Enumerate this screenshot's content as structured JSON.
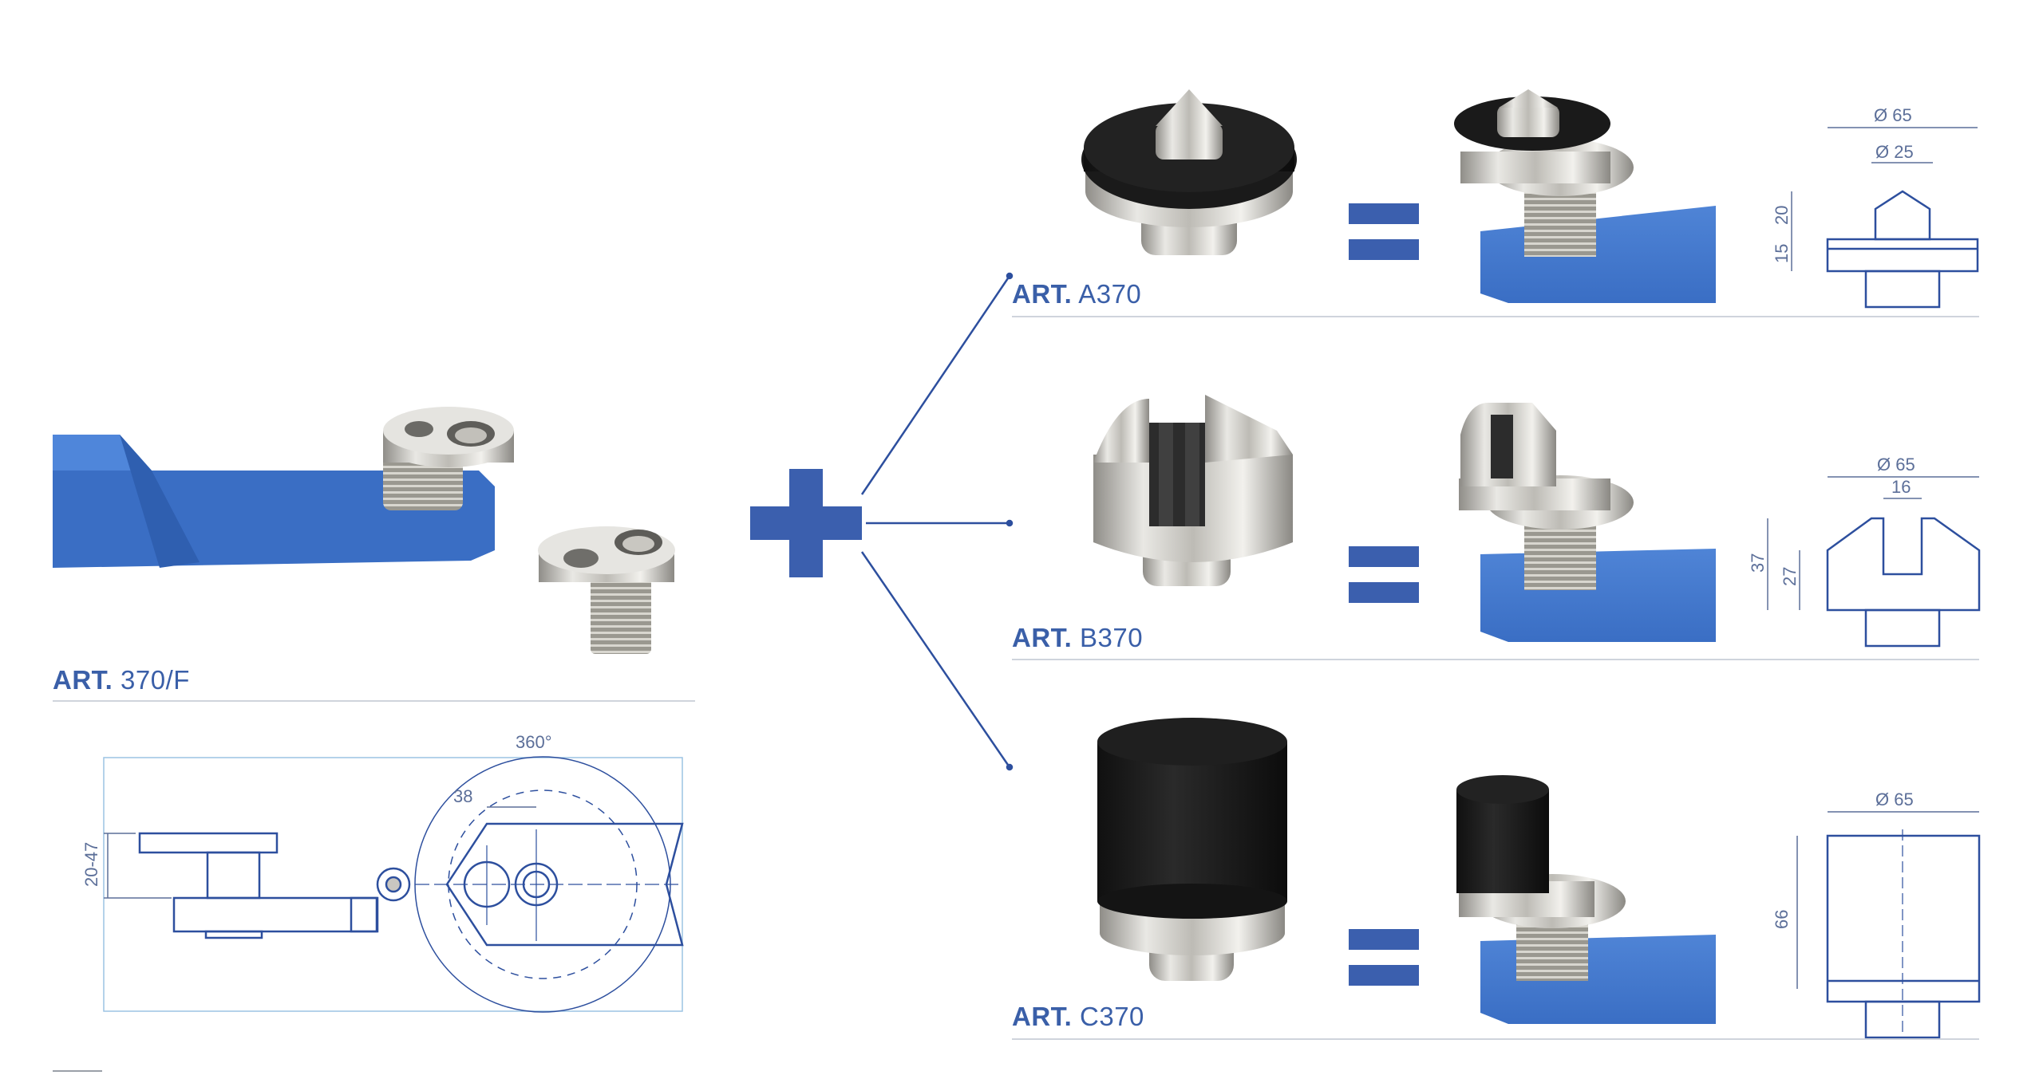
{
  "colors": {
    "brand_blue": "#3b5fae",
    "part_blue": "#3f74c9",
    "steel": "#c9c7c2",
    "rubber": "#1d1d1d",
    "drawing_line": "#2d4f9e",
    "dimension": "#5c6f99"
  },
  "base_article": {
    "prefix": "ART.",
    "code": "370/F",
    "dims": {
      "angle": "360°",
      "offset": "38",
      "height": "20-47"
    }
  },
  "variants": [
    {
      "prefix": "ART.",
      "code": "A370",
      "dims": {
        "outer_d": "Ø 65",
        "inner_d": "Ø 25",
        "h1": "20",
        "h2": "15"
      }
    },
    {
      "prefix": "ART.",
      "code": "B370",
      "dims": {
        "outer_d": "Ø 65",
        "slot": "16",
        "h1": "37",
        "h2": "27"
      }
    },
    {
      "prefix": "ART.",
      "code": "C370",
      "dims": {
        "outer_d": "Ø 65",
        "h1": "66"
      }
    }
  ],
  "icons": [
    "plus-icon",
    "equals-icon"
  ]
}
